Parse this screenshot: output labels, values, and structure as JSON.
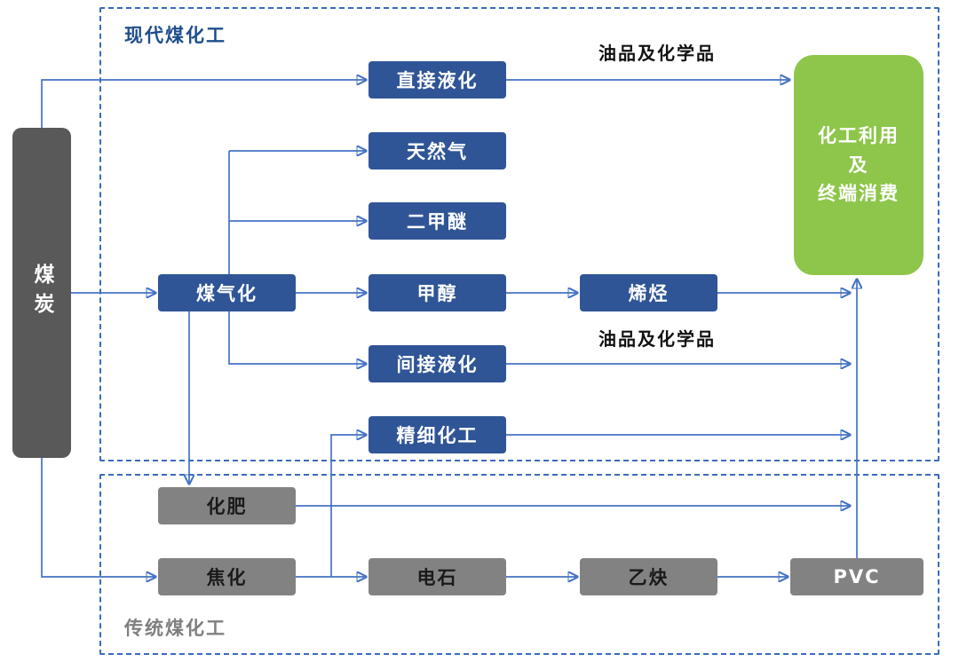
{
  "diagram": {
    "groups": {
      "modern_label": "现代煤化工",
      "traditional_label": "传统煤化工"
    },
    "coal": "煤炭",
    "nodes": {
      "direct_liq": "直接液化",
      "natural_gas": "天然气",
      "dme": "二甲醚",
      "gasification": "煤气化",
      "methanol": "甲醇",
      "olefins": "烯烃",
      "indirect_liq": "间接液化",
      "fine_chem": "精细化工",
      "fertilizer": "化肥",
      "coking": "焦化",
      "carbide": "电石",
      "acetylene": "乙炔",
      "pvc": "PVC"
    },
    "terminal": {
      "line1": "化工利用",
      "line2": "及",
      "line3": "终端消费"
    },
    "edge_labels": {
      "top": "油品及化学品",
      "middle": "油品及化学品"
    },
    "colors": {
      "modern_node": "#2f5597",
      "traditional_node": "#828282",
      "coal_node": "#595959",
      "terminal_node": "#8dc64a",
      "connector": "#4472c4",
      "group_border": "#3a6bbf",
      "modern_label_text": "#1f4e8c",
      "traditional_label_text": "#7f7f7f"
    }
  }
}
